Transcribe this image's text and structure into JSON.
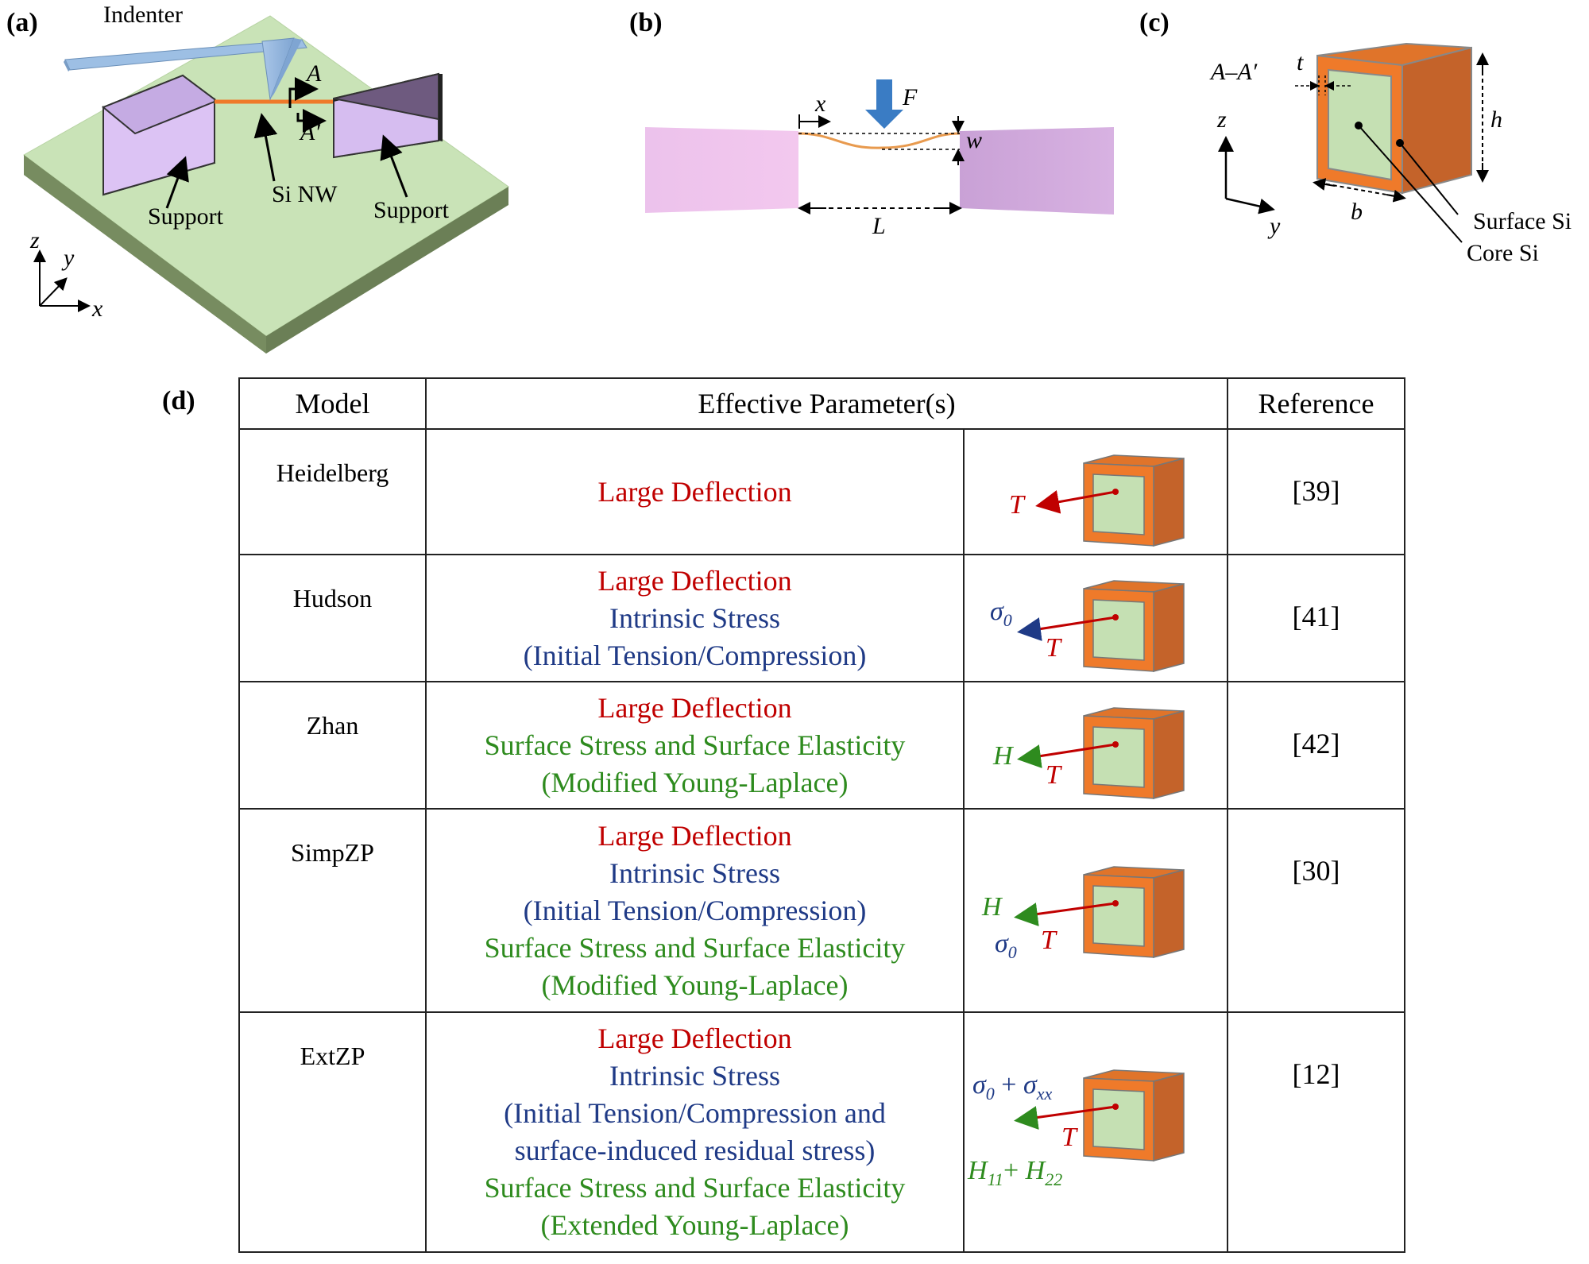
{
  "panels": {
    "a": {
      "label": "(a)",
      "indenter": "Indenter",
      "section_a": "A",
      "section_a_prime": "A′",
      "support_left": "Support",
      "support_right": "Support",
      "nanowire": "Si NW",
      "axis_z": "z",
      "axis_y": "y",
      "axis_x": "x"
    },
    "b": {
      "label": "(b)",
      "x": "x",
      "force": "F",
      "deflection": "w",
      "length": "L"
    },
    "c": {
      "label": "(c)",
      "section": "A–A′",
      "thickness": "t",
      "height": "h",
      "width": "b",
      "axis_z": "z",
      "axis_y": "y",
      "surface": "Surface Si",
      "core": "Core Si"
    },
    "d": {
      "label": "(d)",
      "headers": {
        "model": "Model",
        "params": "Effective Parameter(s)",
        "reference": "Reference"
      },
      "rows": [
        {
          "model": "Heidelberg",
          "lines": [
            {
              "text": "Large Deflection",
              "color": "red"
            }
          ],
          "symbols": {
            "T": "T"
          },
          "reference": "[39]"
        },
        {
          "model": "Hudson",
          "lines": [
            {
              "text": "Large Deflection",
              "color": "red"
            },
            {
              "text": "Intrinsic Stress",
              "color": "blue"
            },
            {
              "text": "(Initial Tension/Compression)",
              "color": "blue"
            }
          ],
          "symbols": {
            "sigma": "σ",
            "sigma_sub": "0",
            "T": "T"
          },
          "reference": "[41]"
        },
        {
          "model": "Zhan",
          "lines": [
            {
              "text": "Large Deflection",
              "color": "red"
            },
            {
              "text": "Surface Stress and Surface Elasticity",
              "color": "green"
            },
            {
              "text": "(Modified Young-Laplace)",
              "color": "green"
            }
          ],
          "symbols": {
            "H": "H",
            "T": "T"
          },
          "reference": "[42]"
        },
        {
          "model": "SimpZP",
          "lines": [
            {
              "text": "Large Deflection",
              "color": "red"
            },
            {
              "text": "Intrinsic Stress",
              "color": "blue"
            },
            {
              "text": "(Initial Tension/Compression)",
              "color": "blue"
            },
            {
              "text": "Surface Stress and Surface Elasticity",
              "color": "green"
            },
            {
              "text": "(Modified Young-Laplace)",
              "color": "green"
            }
          ],
          "symbols": {
            "H": "H",
            "sigma": "σ",
            "sigma_sub": "0",
            "T": "T"
          },
          "reference": "[30]"
        },
        {
          "model": "ExtZP",
          "lines": [
            {
              "text": "Large Deflection",
              "color": "red"
            },
            {
              "text": "Intrinsic Stress",
              "color": "blue"
            },
            {
              "text": "(Initial Tension/Compression and",
              "color": "blue"
            },
            {
              "text": "surface-induced residual stress)",
              "color": "blue"
            },
            {
              "text": "Surface Stress and Surface Elasticity",
              "color": "green"
            },
            {
              "text": "(Extended Young-Laplace)",
              "color": "green"
            }
          ],
          "symbols": {
            "sigma": "σ",
            "sigma_sub": "0",
            "plus1": "+",
            "sigma_xx": "σ",
            "sigma_xx_sub": "xx",
            "T": "T",
            "H": "H",
            "h11_sub": "11",
            "plus2": "+",
            "H2": "H",
            "h22_sub": "22"
          },
          "reference": "[12]"
        }
      ]
    }
  },
  "colors": {
    "red": "#c00000",
    "blue": "#1f3a86",
    "green": "#2e8b1e",
    "orange": "#ef7a2a",
    "orange_dark": "#c4632a",
    "core": "#c5e0b3",
    "base": "#c9e3b7",
    "support": "#d8b8f0",
    "indenter": "#8fb4dc"
  }
}
